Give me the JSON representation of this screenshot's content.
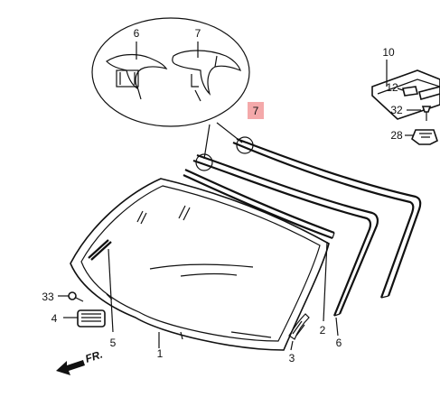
{
  "diagram": {
    "callouts": {
      "c1": "1",
      "c2": "2",
      "c3": "3",
      "c4": "4",
      "c5": "5",
      "c6a": "6",
      "c6b": "6",
      "c7a": "7",
      "c7b": "7",
      "c10": "10",
      "c12": "12",
      "c28": "28",
      "c32": "32",
      "c33": "33"
    },
    "highlighted_callout": "7",
    "highlight_color": "#f4a9aa",
    "direction_label": "FR."
  }
}
